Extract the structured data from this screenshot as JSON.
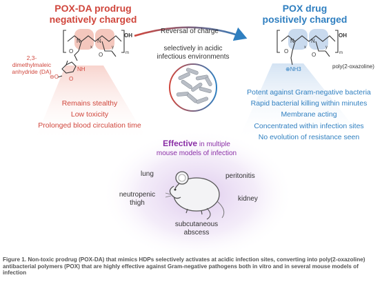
{
  "left": {
    "title_line1": "POX-DA prodrug",
    "title_line2": "negatively charged",
    "da_label_line1": "2,3-dimethylmaleic",
    "da_label_line2": "anhydride (DA)",
    "properties": [
      "Remains stealthy",
      "Low toxicity",
      "Prolonged blood circulation time"
    ],
    "structure": {
      "oh": "OH",
      "n": "N",
      "o": "O",
      "nh": "NH",
      "o_minus": "⊖O",
      "sub_x": "x",
      "sub_y": "y",
      "sub_m": "m"
    }
  },
  "center": {
    "arrow_label": "Reversal of charge",
    "condition_line1": "selectively in acidic",
    "condition_line2": "infectious environments"
  },
  "right": {
    "title_line1": "POX drug",
    "title_line2": "positively charged",
    "polymer_label": "poly(2-oxazoline)",
    "properties": [
      "Potent against Gram-negative bacteria",
      "Rapid bacterial killing within minutes",
      "Membrane acting",
      "Concentrated within infection sites",
      "No evolution of resistance seen"
    ],
    "structure": {
      "oh": "OH",
      "n": "N",
      "o": "O",
      "nh3": "⊕NH3",
      "sub_x": "x",
      "sub_y": "y",
      "sub_m": "m"
    }
  },
  "effective": {
    "bold_word": "Effective",
    "line1_rest": " in multiple",
    "line2": "mouse models of infection",
    "sites": [
      "lung",
      "peritonitis",
      "neutropenic",
      "thigh",
      "kidney",
      "subcutaneous",
      "abscess"
    ]
  },
  "caption": "Figure 1. Non-toxic prodrug (POX-DA) that mimics HDPs selectively activates at acidic infection sites, converting into poly(2-oxazoline) antibacterial polymers (POX) that are highly effective against Gram-negative pathogens both in vitro and in several mouse models of infection",
  "colors": {
    "red": "#d0463c",
    "blue": "#2f7fc0",
    "purple": "#8a2ea6"
  },
  "icons": [
    "bacteria-icon",
    "mouse-icon",
    "arrow-icon"
  ]
}
